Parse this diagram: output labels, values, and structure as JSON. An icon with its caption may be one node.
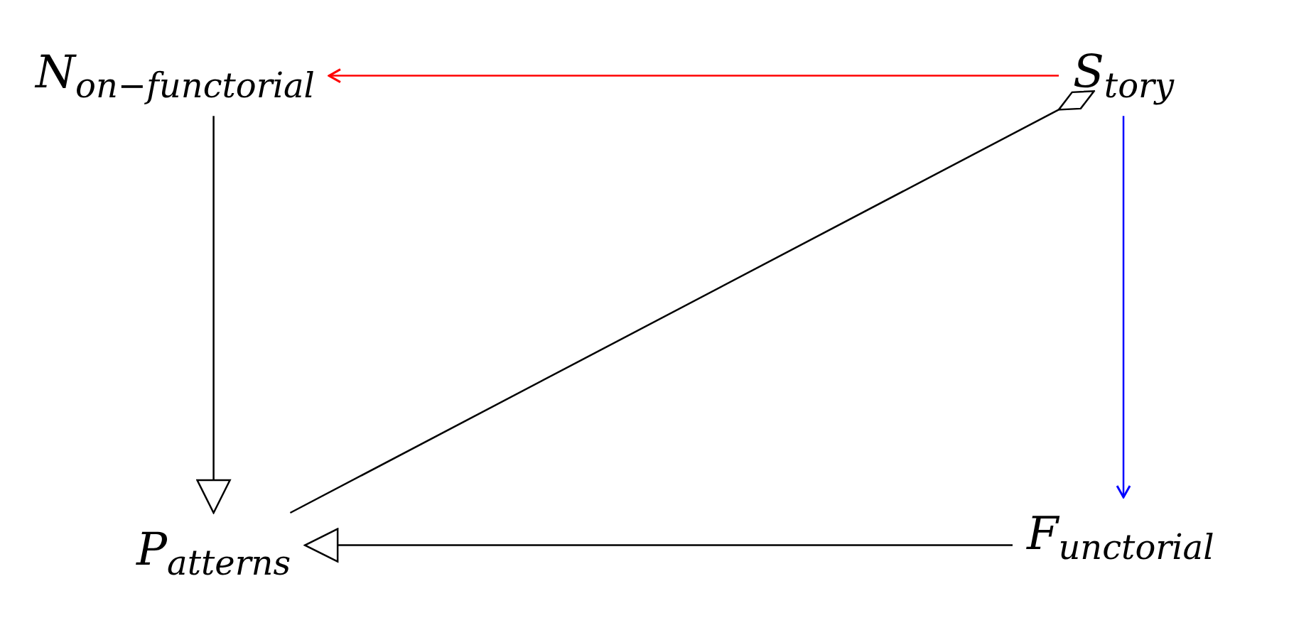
{
  "diagram": {
    "nodes": [
      {
        "text": [
          "N$_{on−functorial}$"
        ]
      },
      {
        "text": [
          "S$_{tory}$"
        ]
      },
      {
        "text": [
          "P$_{atterns}$"
        ]
      },
      {
        "text": [
          "F$_{unctorial}$"
        ]
      }
    ],
    "edges": [
      {
        "from": 1,
        "to": 0,
        "arrow": "to",
        "color": "#ff0000"
      },
      {
        "from": 0,
        "to": 2,
        "arrow": "to"
      },
      {
        "from": 1,
        "to": 2,
        "arrow": "other"
      },
      {
        "from": 1,
        "to": 3,
        "arrow": "to",
        "color": "#0000ff"
      },
      {
        "from": 3,
        "to": 2,
        "arrow": "to"
      }
    ]
  }
}
